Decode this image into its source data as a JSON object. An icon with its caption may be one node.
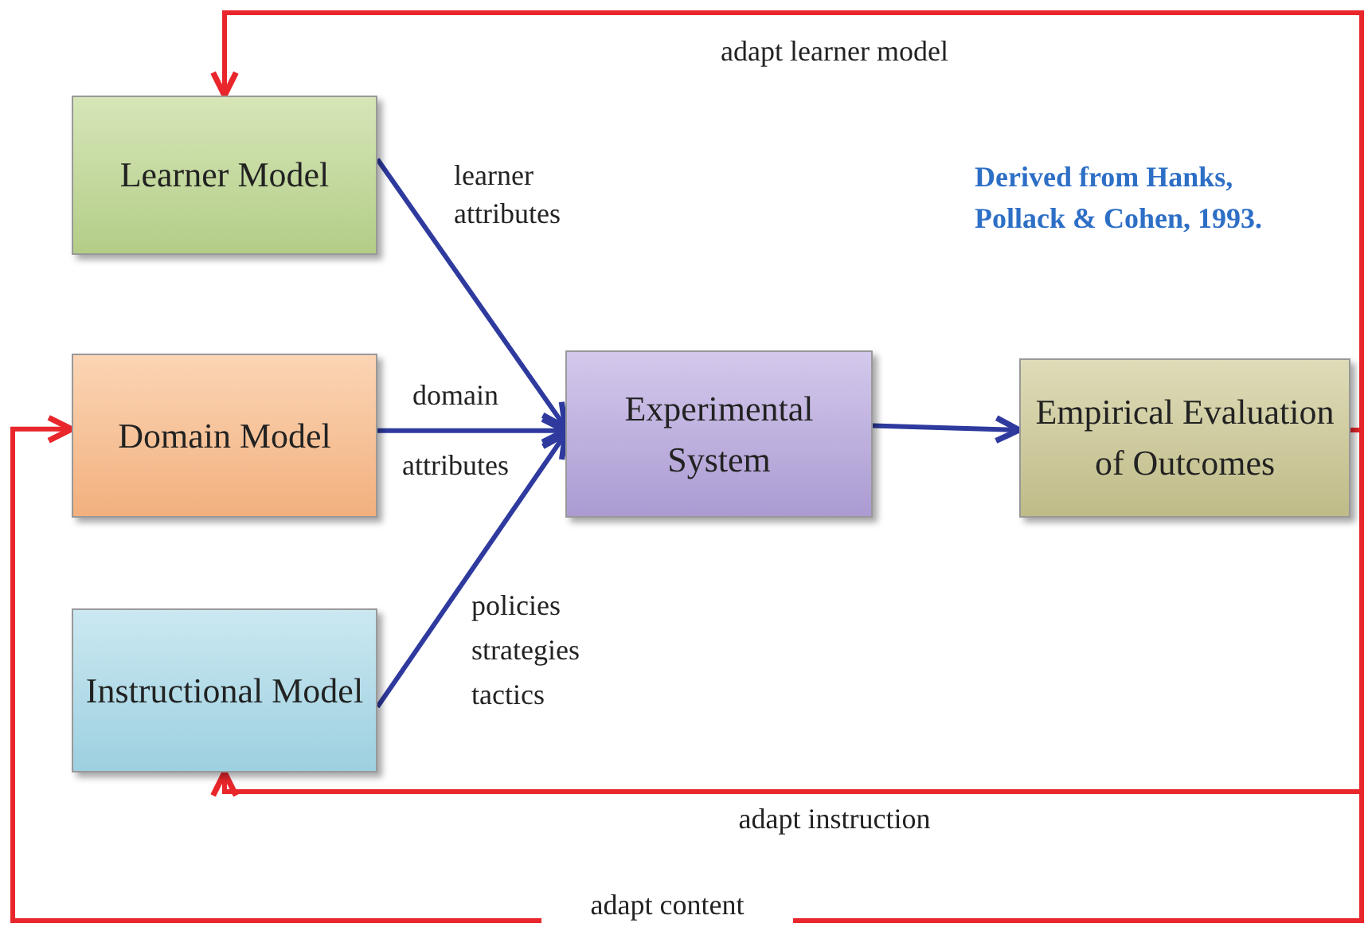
{
  "diagram": {
    "nodes": [
      {
        "text": [
          "Learner Model"
        ]
      },
      {
        "text": [
          "Domain Model"
        ]
      },
      {
        "text": [
          "Instructional Model"
        ]
      },
      {
        "text": [
          "Experimental System"
        ]
      },
      {
        "text": [
          "Empirical Evaluation of Outcomes"
        ]
      }
    ],
    "edges": [
      {
        "from": 0,
        "to": 3,
        "arrow": "to",
        "label": "learner attributes"
      },
      {
        "from": 1,
        "to": 3,
        "arrow": "to",
        "label": "domain attributes"
      },
      {
        "from": 2,
        "to": 3,
        "arrow": "to",
        "label": "policies strategies tactics"
      },
      {
        "from": 3,
        "to": 4,
        "arrow": "to"
      },
      {
        "from": 4,
        "to": 0,
        "arrow": "to",
        "label": "adapt learner model",
        "color": "#e8262b"
      },
      {
        "from": 4,
        "to": 2,
        "arrow": "to",
        "label": "adapt instruction",
        "color": "#e8262b"
      },
      {
        "from": 4,
        "to": 1,
        "arrow": "to",
        "label": "adapt content",
        "color": "#e8262b"
      }
    ],
    "labels": [
      "Derived from Hanks, Pollack & Cohen, 1993."
    ]
  }
}
